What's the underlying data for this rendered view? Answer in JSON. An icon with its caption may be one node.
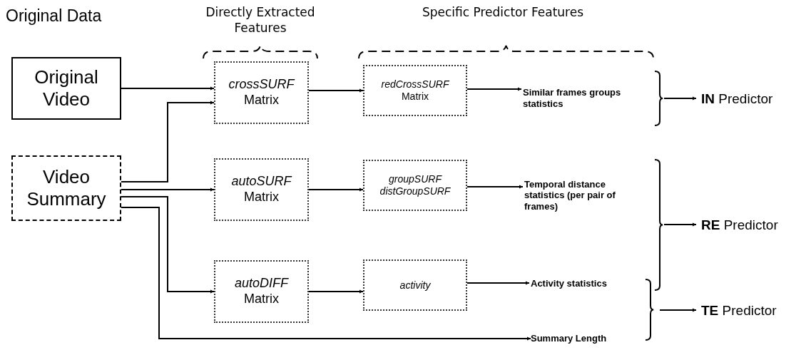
{
  "diagram": {
    "title": "Original Data",
    "nodes": [
      {
        "text": [
          "Original Video"
        ]
      },
      {
        "text": [
          "Video Summary"
        ]
      },
      {
        "text": [
          "crossSURF",
          "Matrix"
        ]
      },
      {
        "text": [
          "autoSURF",
          "Matrix"
        ]
      },
      {
        "text": [
          "autoDIFF",
          "Matrix"
        ]
      },
      {
        "text": [
          "redCrossSURF",
          "Matrix"
        ]
      },
      {
        "text": [
          "groupSURF distGroupSURF"
        ]
      },
      {
        "text": [
          "activity"
        ]
      },
      {
        "text": [
          "Similar frames groups statistics"
        ]
      },
      {
        "text": [
          "Temporal distance statistics (per pair of frames)"
        ]
      },
      {
        "text": [
          "Activity statistics"
        ]
      },
      {
        "text": [
          "Summary Length"
        ]
      },
      {
        "text": [
          "**IN** Predictor"
        ]
      },
      {
        "text": [
          "**RE** Predictor"
        ]
      },
      {
        "text": [
          "**TE** Predictor"
        ]
      }
    ],
    "edges": [
      {
        "from": 0,
        "to": 2,
        "arrow": "to"
      },
      {
        "from": 1,
        "to": 2,
        "arrow": "to"
      },
      {
        "from": 1,
        "to": 3,
        "arrow": "to"
      },
      {
        "from": 1,
        "to": 4,
        "arrow": "to"
      },
      {
        "from": 1,
        "to": 11,
        "arrow": "to"
      },
      {
        "from": 2,
        "to": 5,
        "arrow": "to"
      },
      {
        "from": 3,
        "to": 6,
        "arrow": "to"
      },
      {
        "from": 4,
        "to": 7,
        "arrow": "to"
      },
      {
        "from": 5,
        "to": 8,
        "arrow": "to"
      },
      {
        "from": 6,
        "to": 9,
        "arrow": "to"
      },
      {
        "from": 7,
        "to": 10,
        "arrow": "to"
      },
      {
        "from": null,
        "to": 12,
        "arrow": "to"
      },
      {
        "from": null,
        "to": 13,
        "arrow": "to"
      },
      {
        "from": null,
        "to": 14,
        "arrow": "to"
      }
    ],
    "labels": [
      "Directly Extracted Features",
      "Specific Predictor Features"
    ]
  }
}
